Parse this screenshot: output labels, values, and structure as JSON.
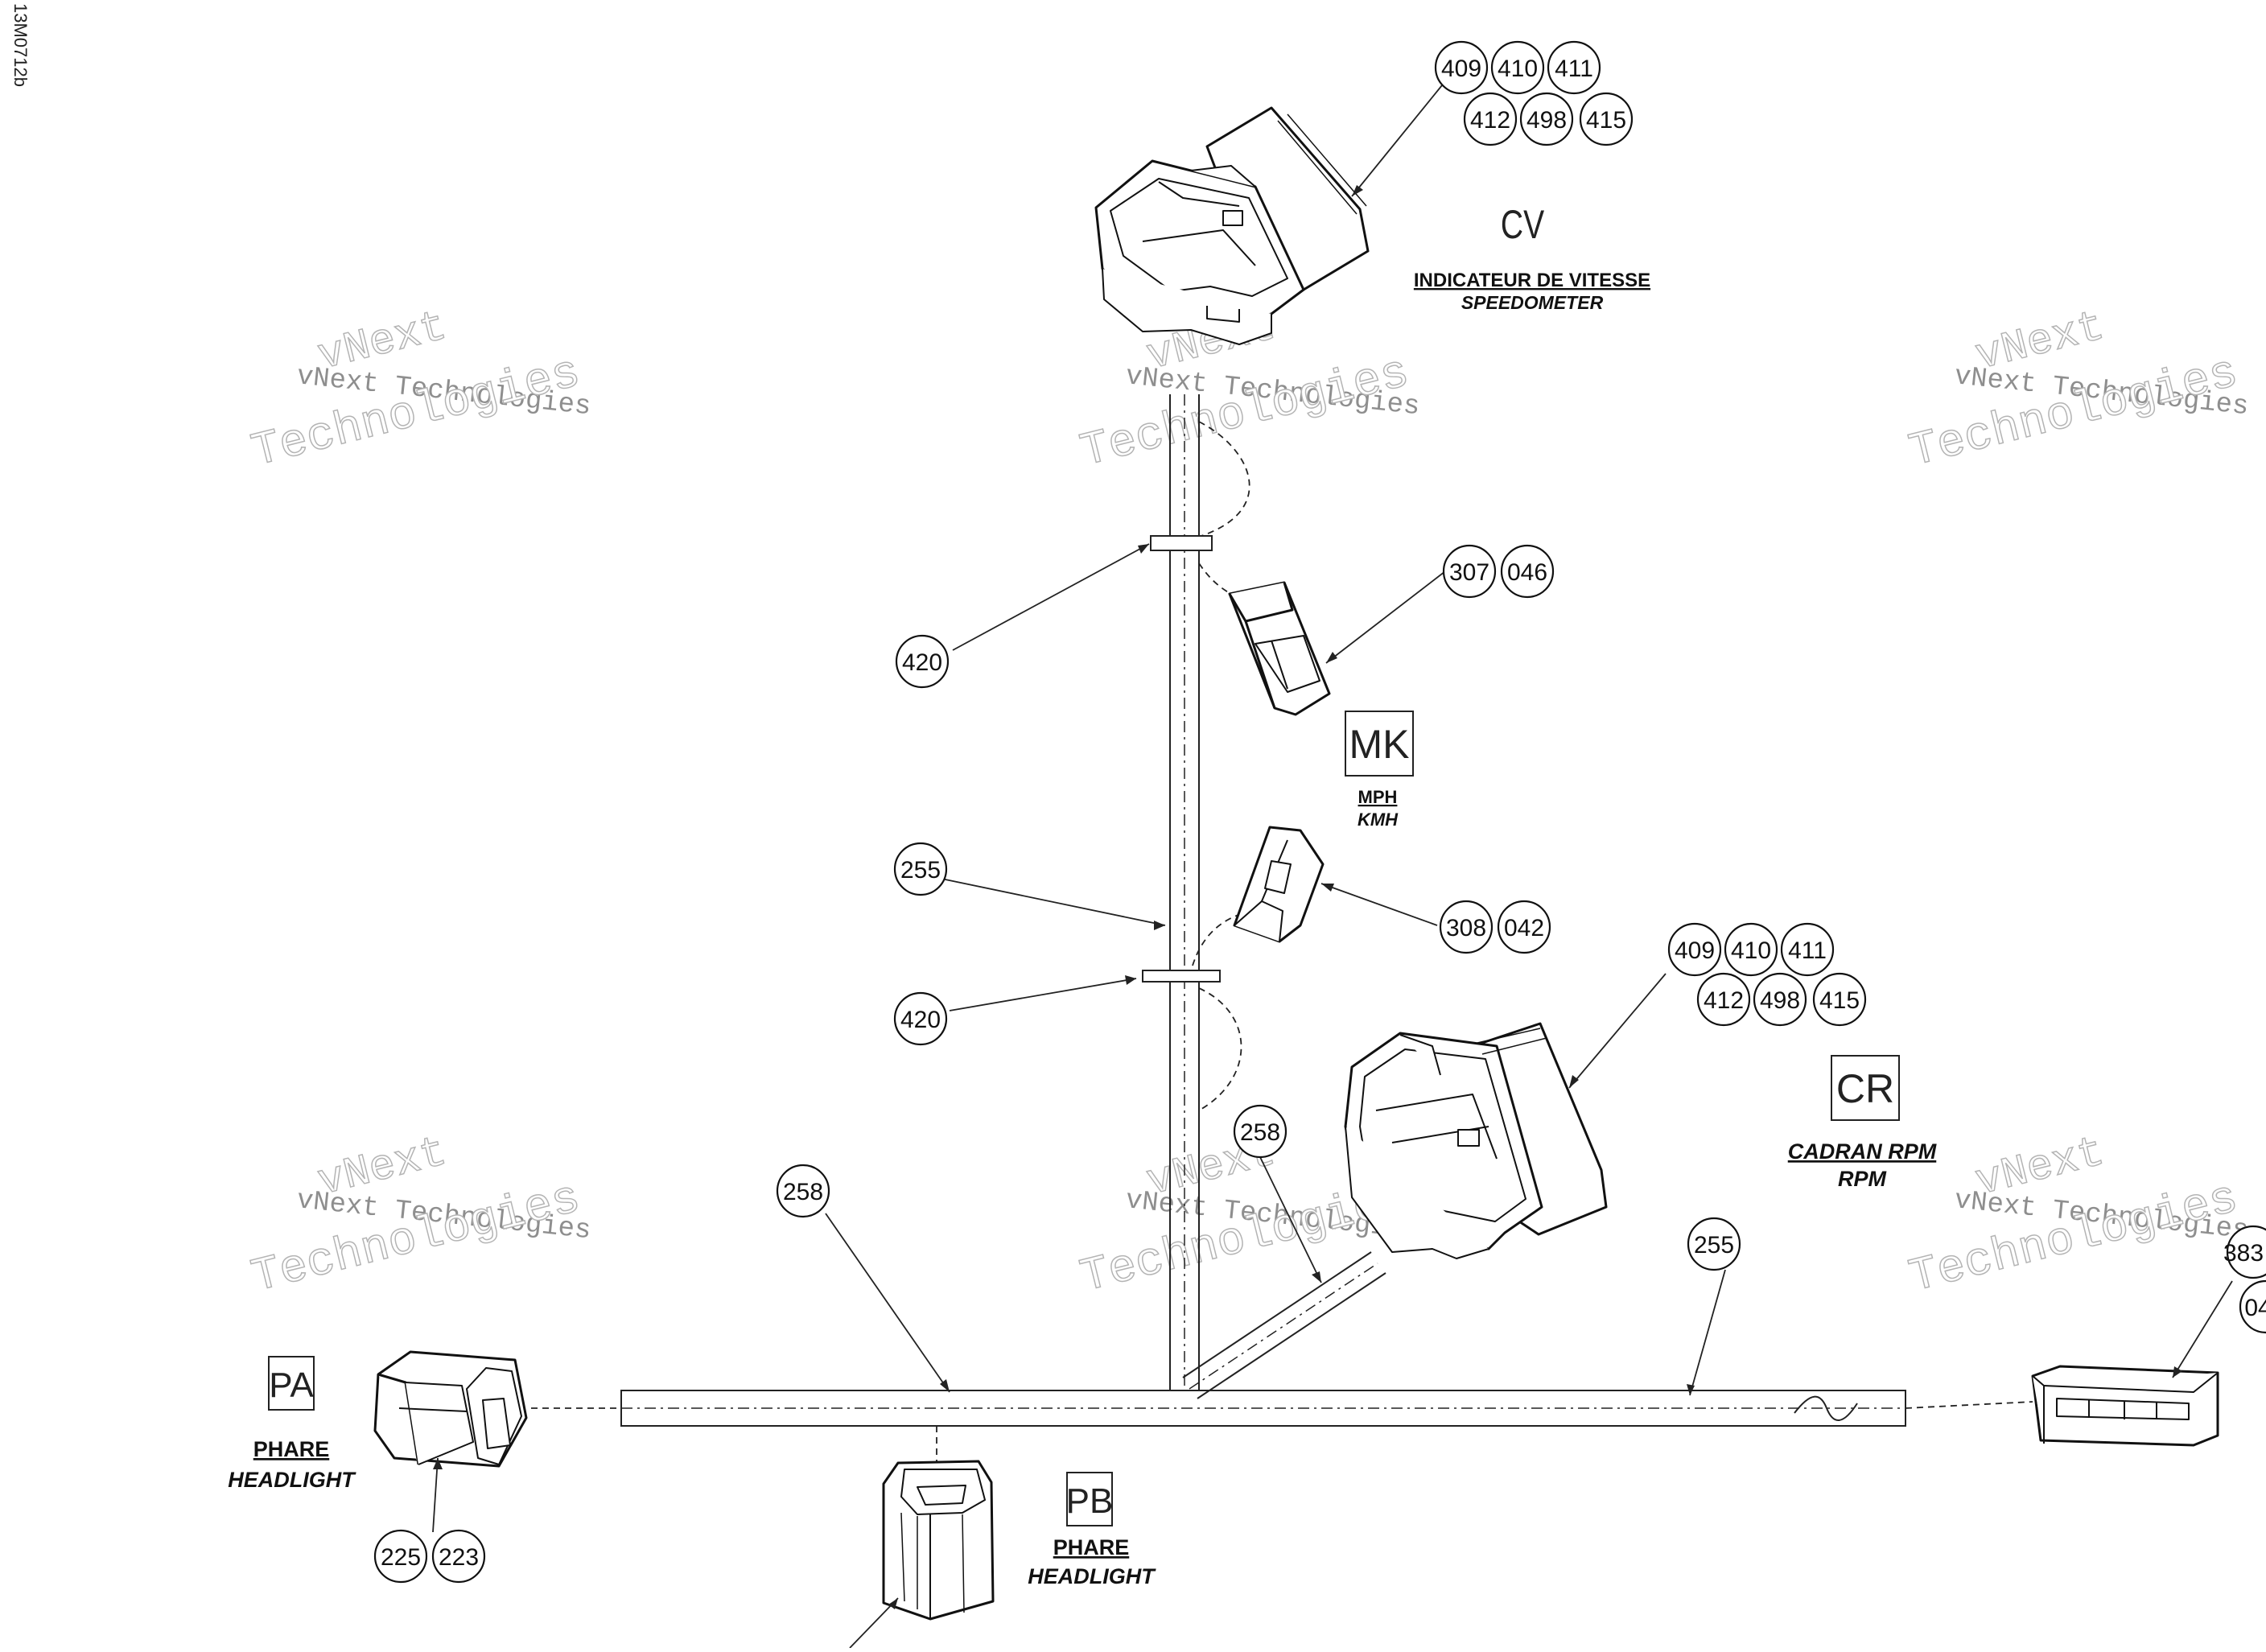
{
  "drawing_id": "13M0712b",
  "watermark": {
    "line1": "vNext Technologies",
    "line2": "vNext",
    "line3": "Technologies"
  },
  "connectors": {
    "cv": {
      "code": "CV",
      "name_fr": "INDICATEUR DE VITESSE",
      "name_en": "SPEEDOMETER"
    },
    "mk": {
      "code": "MK",
      "name_fr": "MPH",
      "name_en": "KMH"
    },
    "cr": {
      "code": "CR",
      "name_fr": "CADRAN RPM",
      "name_en": "RPM"
    },
    "pa": {
      "code": "PA",
      "name_fr": "PHARE",
      "name_en": "HEADLIGHT"
    },
    "pb": {
      "code": "PB",
      "name_fr": "PHARE",
      "name_en": "HEADLIGHT"
    }
  },
  "callouts": {
    "cv_top": [
      "409",
      "410",
      "411"
    ],
    "cv_bottom": [
      "412",
      "498",
      "415"
    ],
    "mk": [
      "307",
      "046"
    ],
    "mk2": [
      "308",
      "042"
    ],
    "cr_top": [
      "409",
      "410",
      "411"
    ],
    "cr_bottom": [
      "412",
      "498",
      "415"
    ],
    "pa": [
      "225",
      "223"
    ],
    "clip_upper": "420",
    "clip_lower": "420",
    "wire_255_left": "255",
    "wire_255_right": "255",
    "wire_258_left": "258",
    "wire_258_mid": "258",
    "right_edge": "383",
    "right_edge2": "04"
  }
}
